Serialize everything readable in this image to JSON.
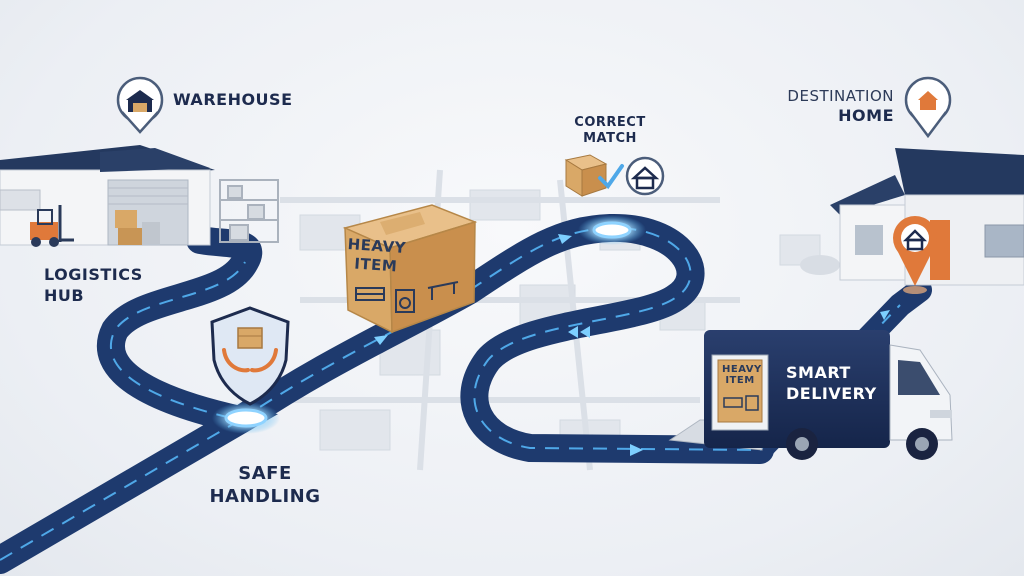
{
  "labels": {
    "warehouse": "WAREHOUSE",
    "logistics_hub_1": "LOGISTICS",
    "logistics_hub_2": "HUB",
    "safe_handling_1": "SAFE",
    "safe_handling_2": "HANDLING",
    "correct_match_1": "CORRECT",
    "correct_match_2": "MATCH",
    "destination": "DESTINATION",
    "home": "HOME",
    "heavy_item_box_1": "HEAVY",
    "heavy_item_box_2": "ITEM",
    "truck_item_1": "HEAVY",
    "truck_item_2": "ITEM",
    "smart_delivery_1": "SMART",
    "smart_delivery_2": "DELIVERY"
  },
  "colors": {
    "road": "#1e3a6e",
    "road_line": "#4fa8e8",
    "navy": "#1d2b4e",
    "orange": "#e0793a",
    "cardboard": "#d9a867",
    "glow": "#8fd3ff"
  },
  "icons": [
    "warehouse-icon",
    "house-pin-icon",
    "box-check-icon",
    "shield-hands-icon",
    "forklift-icon",
    "sofa-icon",
    "washer-icon",
    "table-icon"
  ]
}
